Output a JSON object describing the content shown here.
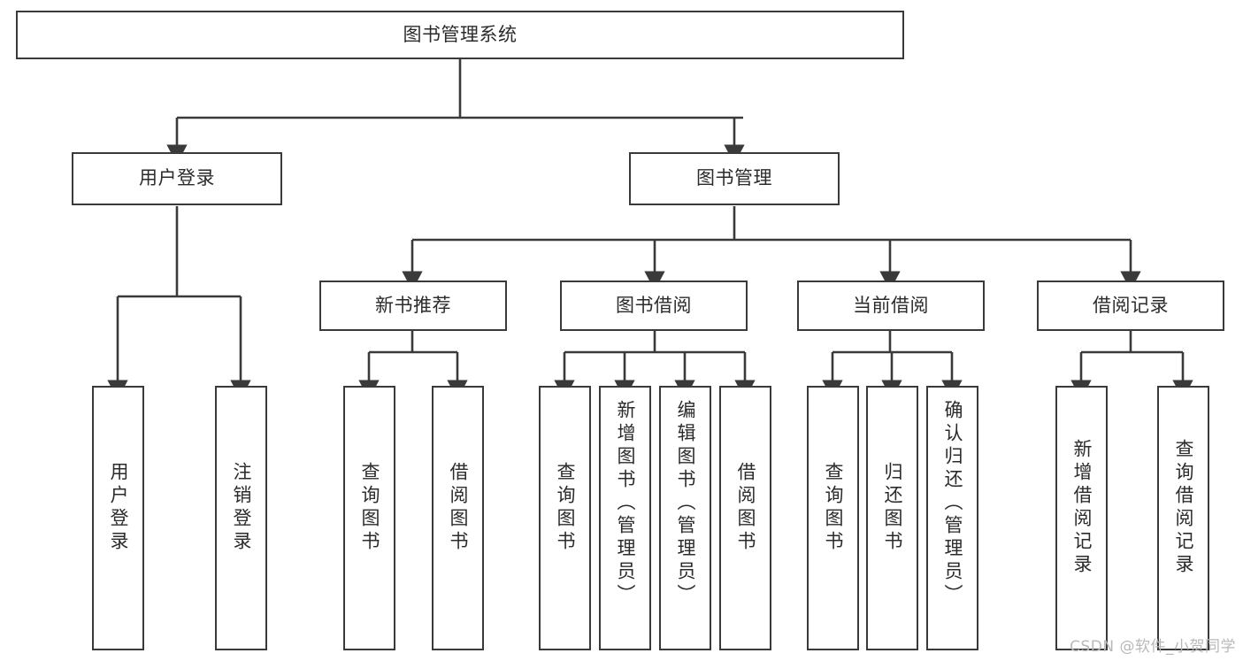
{
  "title": "图书管理系统",
  "chart_data": {
    "type": "diagram",
    "diagram_type": "tree",
    "title": "图书管理系统",
    "orientation": "top-down",
    "root": "图书管理系统",
    "nodes": [
      {
        "id": "root",
        "label": "图书管理系统",
        "level": 0,
        "parent": null,
        "orientation": "horizontal"
      },
      {
        "id": "login",
        "label": "用户登录",
        "level": 1,
        "parent": "root",
        "orientation": "horizontal"
      },
      {
        "id": "bookmg",
        "label": "图书管理",
        "level": 1,
        "parent": "root",
        "orientation": "horizontal"
      },
      {
        "id": "newrec",
        "label": "新书推荐",
        "level": 2,
        "parent": "bookmg",
        "orientation": "horizontal"
      },
      {
        "id": "borrow",
        "label": "图书借阅",
        "level": 2,
        "parent": "bookmg",
        "orientation": "horizontal"
      },
      {
        "id": "curbor",
        "label": "当前借阅",
        "level": 2,
        "parent": "bookmg",
        "orientation": "horizontal"
      },
      {
        "id": "record",
        "label": "借阅记录",
        "level": 2,
        "parent": "bookmg",
        "orientation": "horizontal"
      },
      {
        "id": "l1",
        "label": "用户登录",
        "level": 2,
        "parent": "login",
        "orientation": "vertical"
      },
      {
        "id": "l2",
        "label": "注销登录",
        "level": 2,
        "parent": "login",
        "orientation": "vertical"
      },
      {
        "id": "n1",
        "label": "查询图书",
        "level": 3,
        "parent": "newrec",
        "orientation": "vertical"
      },
      {
        "id": "n2",
        "label": "借阅图书",
        "level": 3,
        "parent": "newrec",
        "orientation": "vertical"
      },
      {
        "id": "b1",
        "label": "查询图书",
        "level": 3,
        "parent": "borrow",
        "orientation": "vertical"
      },
      {
        "id": "b2",
        "label": "新增图书（管理员）",
        "level": 3,
        "parent": "borrow",
        "orientation": "vertical"
      },
      {
        "id": "b3",
        "label": "编辑图书（管理员）",
        "level": 3,
        "parent": "borrow",
        "orientation": "vertical"
      },
      {
        "id": "b4",
        "label": "借阅图书",
        "level": 3,
        "parent": "borrow",
        "orientation": "vertical"
      },
      {
        "id": "c1",
        "label": "查询图书",
        "level": 3,
        "parent": "curbor",
        "orientation": "vertical"
      },
      {
        "id": "c2",
        "label": "归还图书",
        "level": 3,
        "parent": "curbor",
        "orientation": "vertical"
      },
      {
        "id": "c3",
        "label": "确认归还（管理员）",
        "level": 3,
        "parent": "curbor",
        "orientation": "vertical"
      },
      {
        "id": "r1",
        "label": "新增借阅记录",
        "level": 3,
        "parent": "record",
        "orientation": "vertical"
      },
      {
        "id": "r2",
        "label": "查询借阅记录",
        "level": 3,
        "parent": "record",
        "orientation": "vertical"
      }
    ],
    "edges": [
      {
        "from": "root",
        "to": "login"
      },
      {
        "from": "root",
        "to": "bookmg"
      },
      {
        "from": "login",
        "to": "l1"
      },
      {
        "from": "login",
        "to": "l2"
      },
      {
        "from": "bookmg",
        "to": "newrec"
      },
      {
        "from": "bookmg",
        "to": "borrow"
      },
      {
        "from": "bookmg",
        "to": "curbor"
      },
      {
        "from": "bookmg",
        "to": "record"
      },
      {
        "from": "newrec",
        "to": "n1"
      },
      {
        "from": "newrec",
        "to": "n2"
      },
      {
        "from": "borrow",
        "to": "b1"
      },
      {
        "from": "borrow",
        "to": "b2"
      },
      {
        "from": "borrow",
        "to": "b3"
      },
      {
        "from": "borrow",
        "to": "b4"
      },
      {
        "from": "curbor",
        "to": "c1"
      },
      {
        "from": "curbor",
        "to": "c2"
      },
      {
        "from": "curbor",
        "to": "c3"
      },
      {
        "from": "record",
        "to": "r1"
      },
      {
        "from": "record",
        "to": "r2"
      }
    ],
    "colors": {
      "node_border": "#3a3a3a",
      "node_fill": "#ffffff",
      "edge": "#3a3a3a",
      "text": "#2b2b2b",
      "background": "#ffffff",
      "watermark": "#b9b9b9"
    }
  },
  "watermark": "CSDN @软件_小贺同学"
}
